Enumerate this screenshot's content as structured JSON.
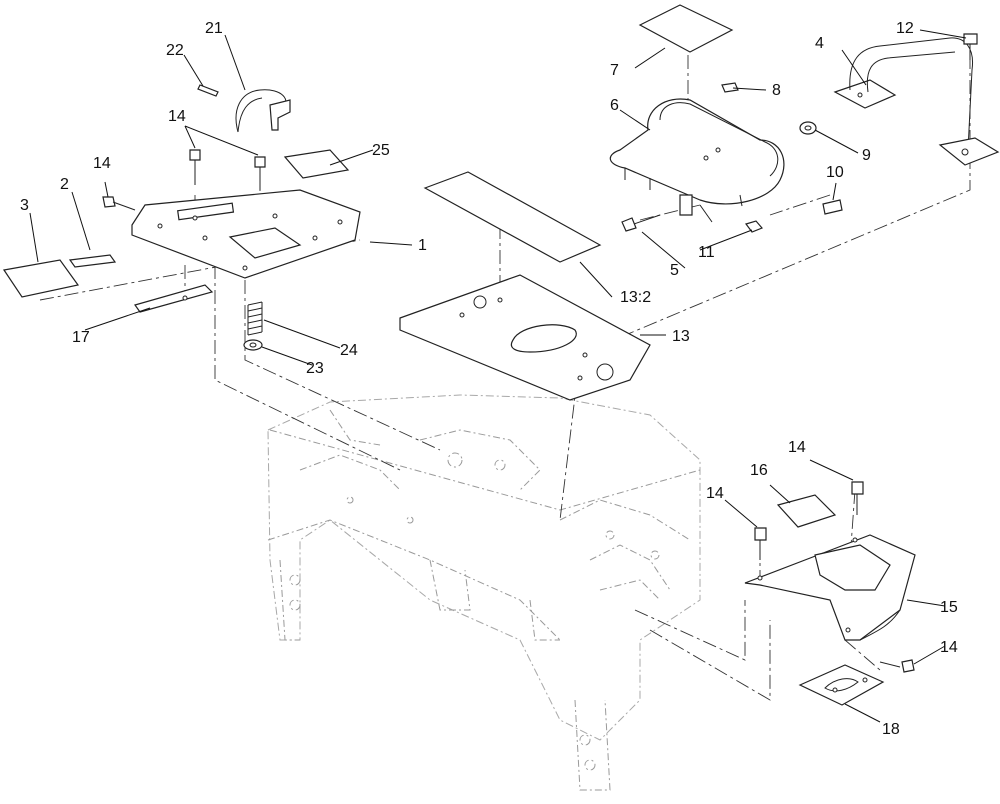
{
  "diagram": {
    "callouts": [
      {
        "id": "c1",
        "label": "1"
      },
      {
        "id": "c2",
        "label": "2"
      },
      {
        "id": "c3",
        "label": "3"
      },
      {
        "id": "c4",
        "label": "4"
      },
      {
        "id": "c5",
        "label": "5"
      },
      {
        "id": "c6",
        "label": "6"
      },
      {
        "id": "c7",
        "label": "7"
      },
      {
        "id": "c8",
        "label": "8"
      },
      {
        "id": "c9",
        "label": "9"
      },
      {
        "id": "c10",
        "label": "10"
      },
      {
        "id": "c11",
        "label": "11"
      },
      {
        "id": "c12",
        "label": "12"
      },
      {
        "id": "c13",
        "label": "13"
      },
      {
        "id": "c13_2",
        "label": "13:2"
      },
      {
        "id": "c14a",
        "label": "14"
      },
      {
        "id": "c14b",
        "label": "14"
      },
      {
        "id": "c14c",
        "label": "14"
      },
      {
        "id": "c14d",
        "label": "14"
      },
      {
        "id": "c14e",
        "label": "14"
      },
      {
        "id": "c15",
        "label": "15"
      },
      {
        "id": "c16",
        "label": "16"
      },
      {
        "id": "c17",
        "label": "17"
      },
      {
        "id": "c18",
        "label": "18"
      },
      {
        "id": "c21",
        "label": "21"
      },
      {
        "id": "c22",
        "label": "22"
      },
      {
        "id": "c23",
        "label": "23"
      },
      {
        "id": "c24",
        "label": "24"
      },
      {
        "id": "c25",
        "label": "25"
      }
    ]
  }
}
